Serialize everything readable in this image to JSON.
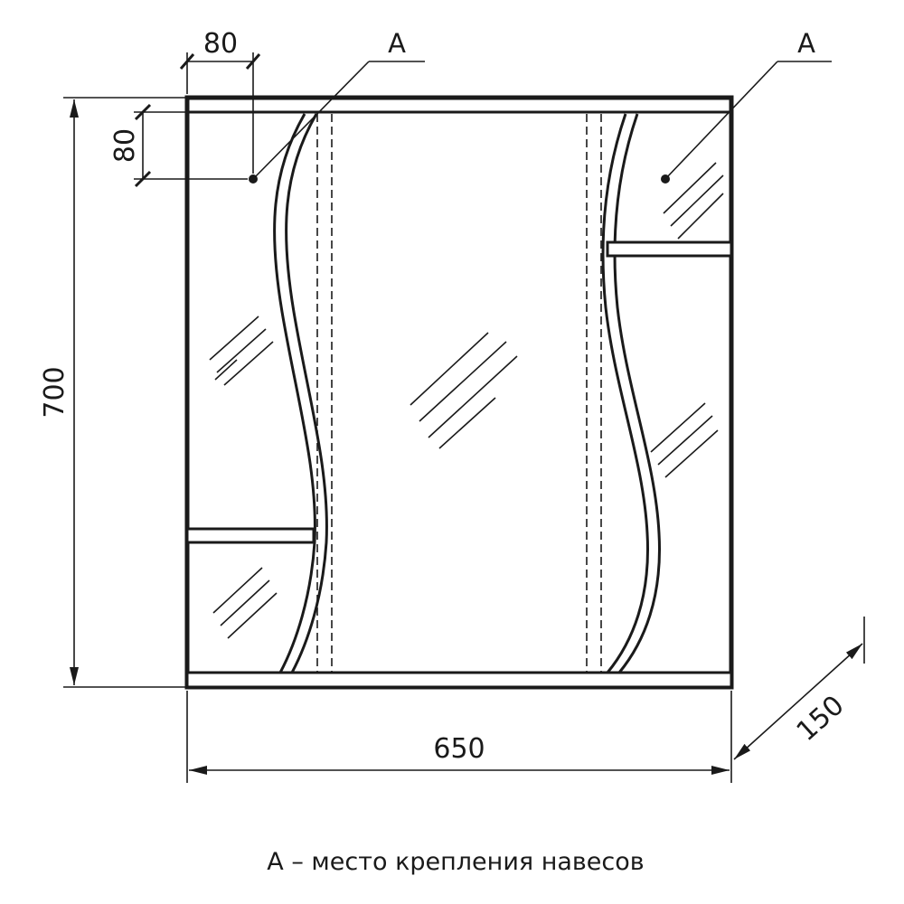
{
  "dimensions": {
    "width": "650",
    "height": "700",
    "depth": "150",
    "mount_offset_x": "80",
    "mount_offset_y": "80"
  },
  "mount_label_left": "A",
  "mount_label_right": "A",
  "caption": "A – место крепления навесов"
}
